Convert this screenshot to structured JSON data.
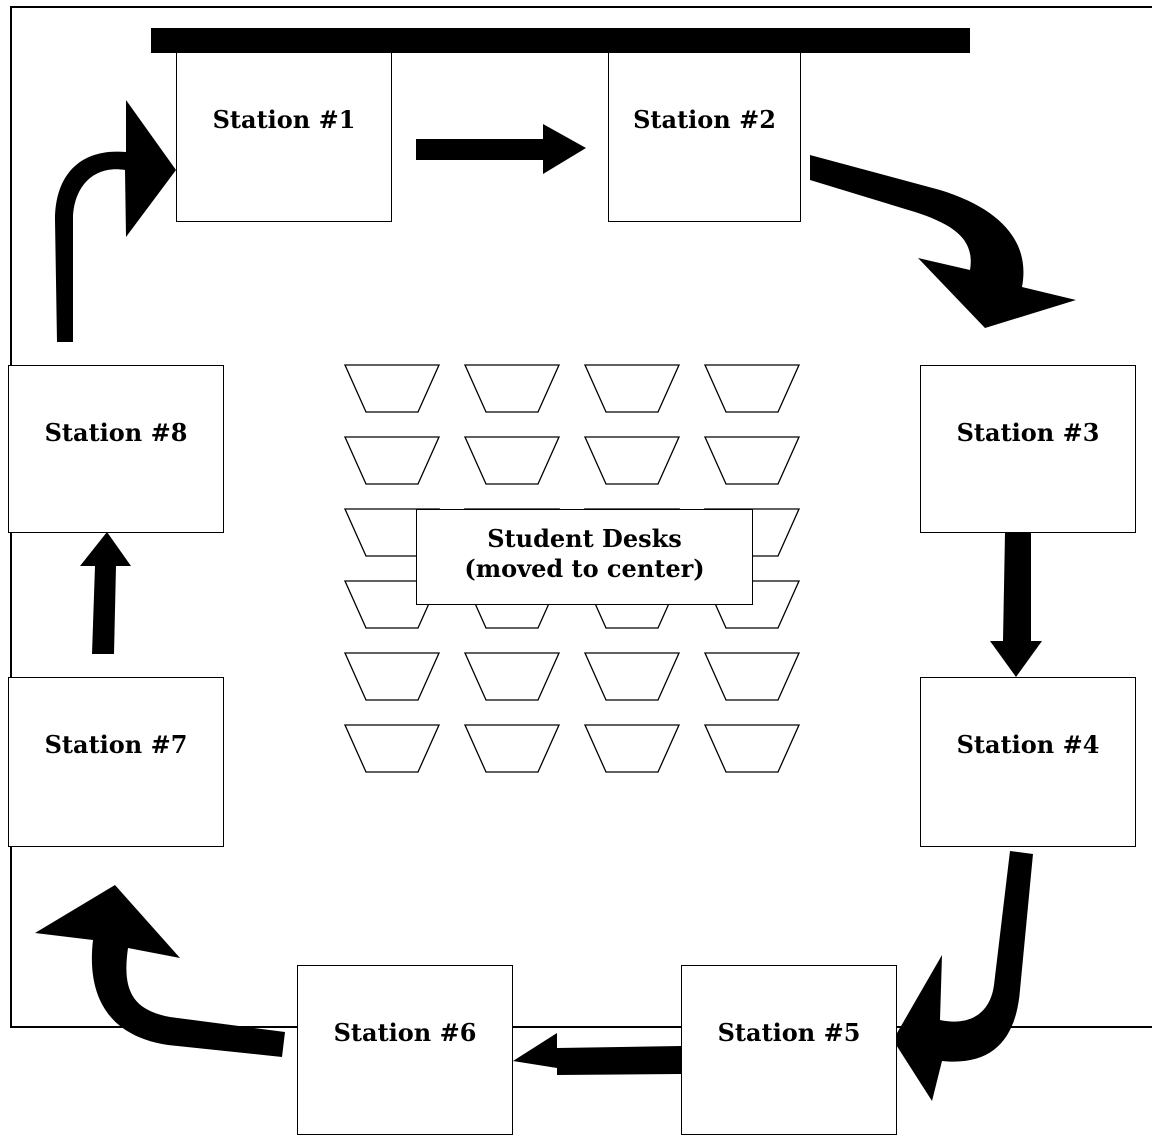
{
  "stations": [
    {
      "id": "st1",
      "label": "Station #1"
    },
    {
      "id": "st2",
      "label": "Station #2"
    },
    {
      "id": "st3",
      "label": "Station #3"
    },
    {
      "id": "st4",
      "label": "Station #4"
    },
    {
      "id": "st5",
      "label": "Station #5"
    },
    {
      "id": "st6",
      "label": "Station #6"
    },
    {
      "id": "st7",
      "label": "Station #7"
    },
    {
      "id": "st8",
      "label": "Station #8"
    }
  ],
  "desks": {
    "label_line1": "Student Desks",
    "label_line2": "(moved to center)",
    "rows": 6,
    "columns": 4
  },
  "colors": {
    "ink": "#000000",
    "paper": "#ffffff"
  }
}
